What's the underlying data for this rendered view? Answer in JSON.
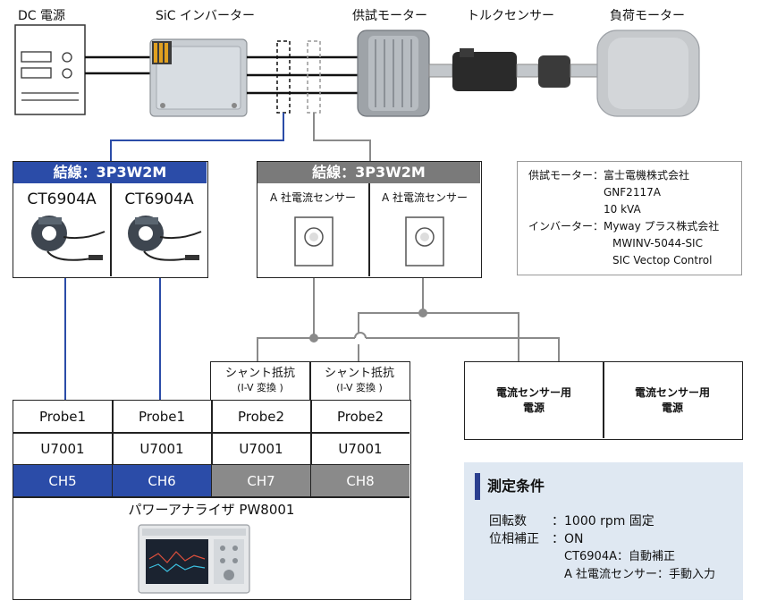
{
  "top_labels": {
    "dc_source": "DC 電源",
    "inverter": "SiC インバーター",
    "test_motor": "供試モーター",
    "torque_sensor": "トルクセンサー",
    "load_motor": "負荷モーター"
  },
  "group_left": {
    "header": "結線：3P3W2M",
    "sensors": [
      "CT6904A",
      "CT6904A"
    ],
    "header_color": "#2b4ca8"
  },
  "group_mid": {
    "header": "結線：3P3W2M",
    "sensors": [
      "A 社電流センサー",
      "A 社電流センサー"
    ],
    "header_color": "#7a7a7a"
  },
  "specs": {
    "motor_label": "供試モーター：",
    "motor_lines": [
      "富士電機株式会社",
      "GNF2117A",
      "10 kVA"
    ],
    "inverter_label": "インバーター：",
    "inverter_lines": [
      "Myway プラス株式会社",
      "MWINV-5044-SIC",
      "SIC Vectop Control"
    ]
  },
  "shunt": [
    {
      "line1": "シャント抵抗",
      "line2": "(I-V 変換 )"
    },
    {
      "line1": "シャント抵抗",
      "line2": "(I-V 変換 )"
    }
  ],
  "power_supply": [
    {
      "line1": "電流センサー用",
      "line2": "電源"
    },
    {
      "line1": "電流センサー用",
      "line2": "電源"
    }
  ],
  "analyzer": {
    "probes": [
      "Probe1",
      "Probe1",
      "Probe2",
      "Probe2"
    ],
    "units": [
      "U7001",
      "U7001",
      "U7001",
      "U7001"
    ],
    "channels": [
      "CH5",
      "CH6",
      "CH7",
      "CH8"
    ],
    "channel_colors": [
      "#2b4ca8",
      "#2b4ca8",
      "#8a8a8a",
      "#8a8a8a"
    ],
    "name": "パワーアナライザ PW8001"
  },
  "conditions": {
    "title": "測定条件",
    "rows": [
      {
        "key": "回転数",
        "sep": "：",
        "value": "1000 rpm 固定"
      },
      {
        "key": "位相補正",
        "sep": "：",
        "value": "ON"
      }
    ],
    "sub": [
      "CT6904A：自動補正",
      "A 社電流センサー：手動入力"
    ],
    "accent": "#2b3f8f",
    "bg": "#dfe8f2"
  }
}
